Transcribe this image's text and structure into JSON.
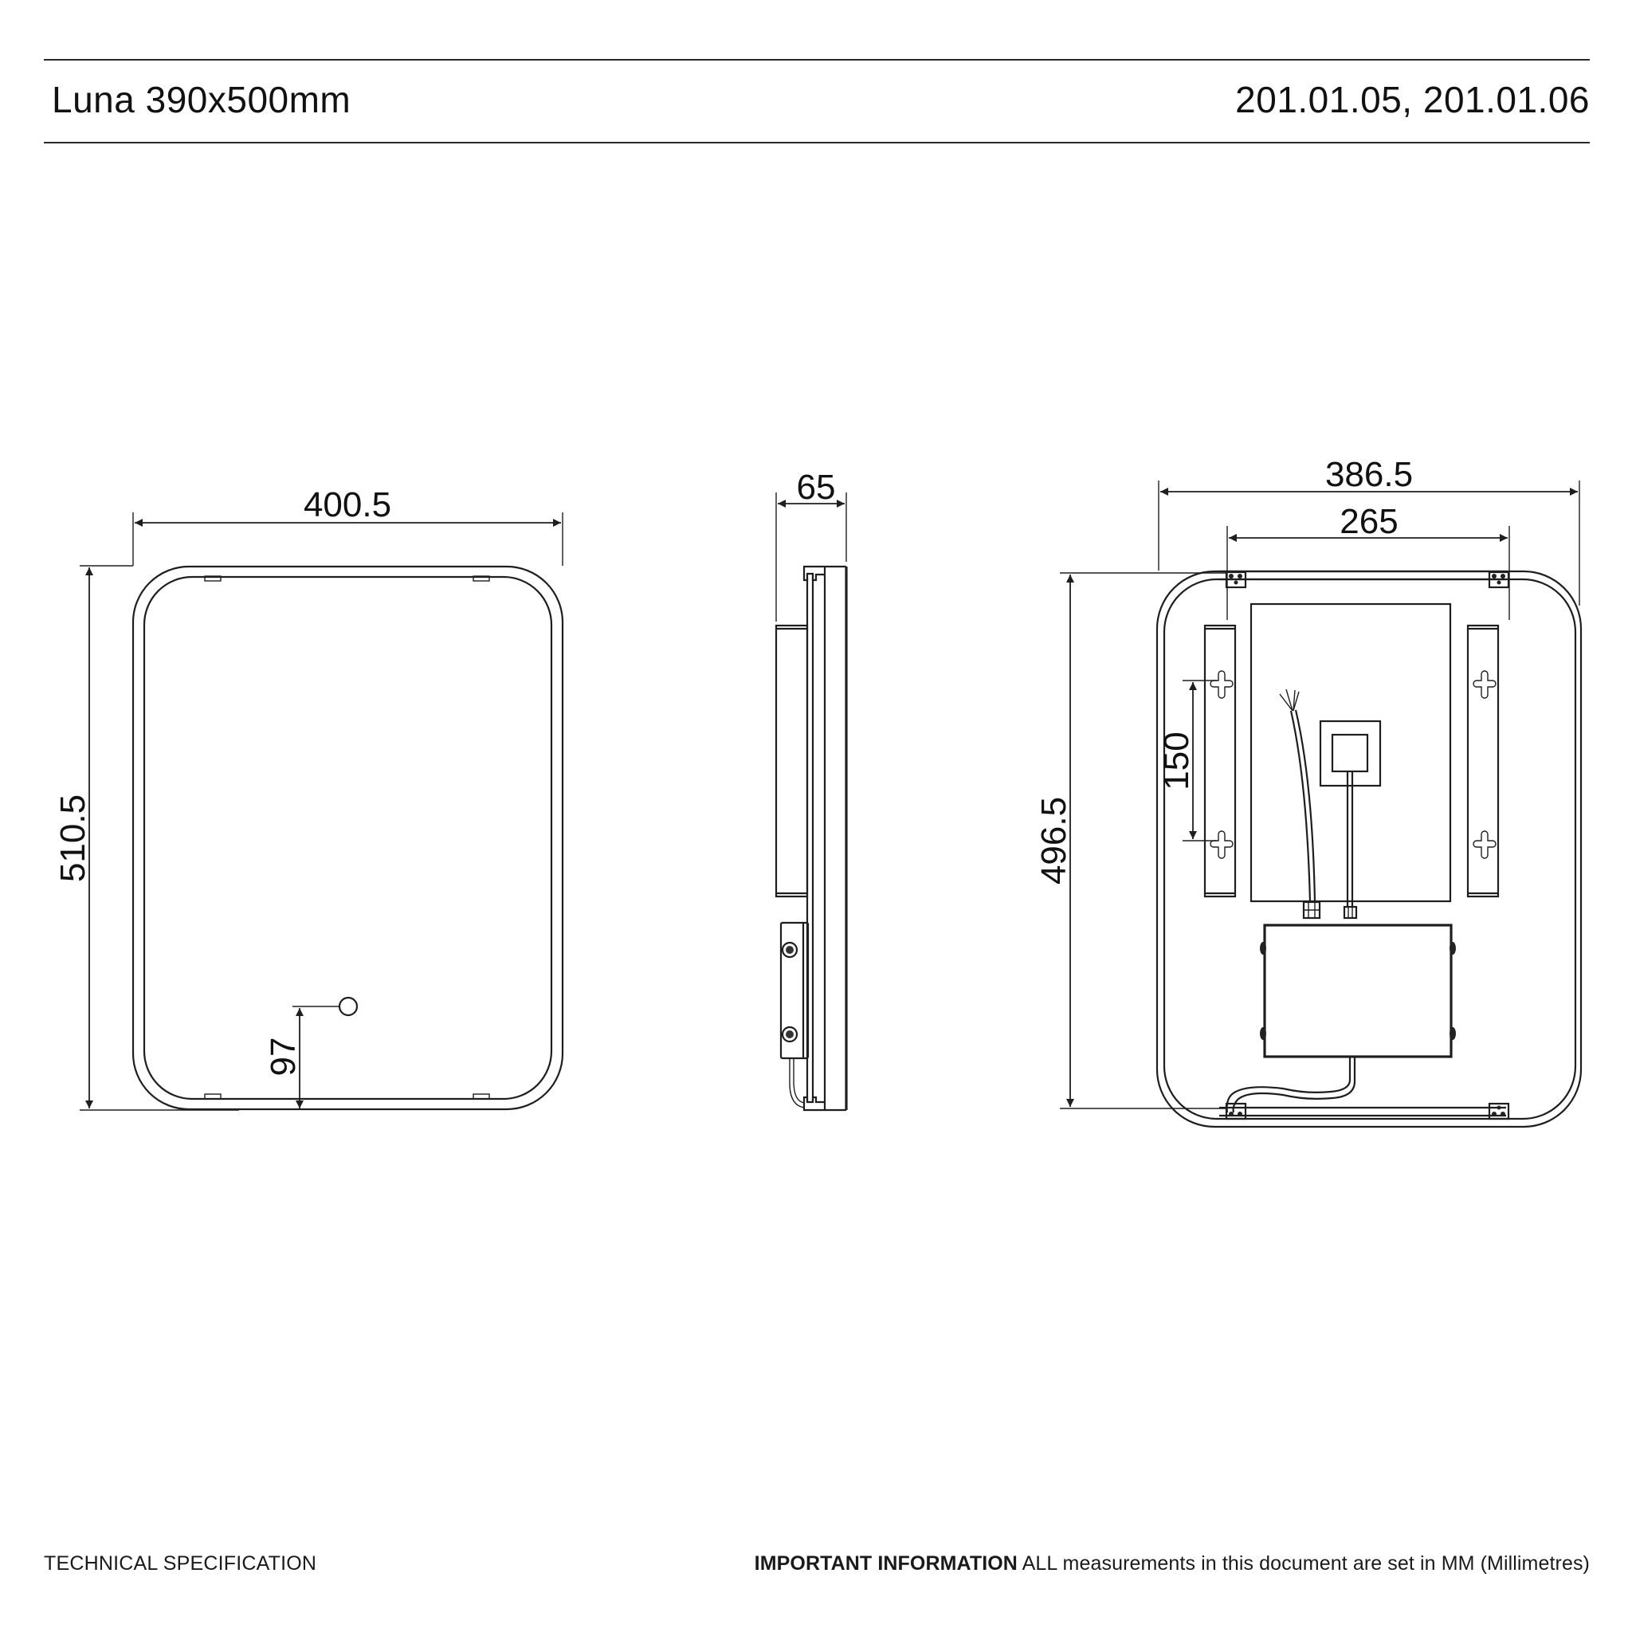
{
  "header": {
    "title": "Luna 390x500mm",
    "product_codes": "201.01.05, 201.01.06"
  },
  "footer": {
    "section_label": "TECHNICAL SPECIFICATION",
    "notice_strong": "IMPORTANT INFORMATION",
    "notice_text": " ALL measurements in this document are set in MM (Millimetres)"
  },
  "views": {
    "front": {
      "width_dim": "400.5",
      "height_dim": "510.5",
      "sensor_offset_dim": "97"
    },
    "side": {
      "depth_dim": "65"
    },
    "back": {
      "width_dim": "386.5",
      "bracket_spacing_dim": "265",
      "height_dim": "496.5",
      "keyhole_spacing_dim": "150"
    }
  },
  "colors": {
    "line": "#1e1e1e",
    "background": "#ffffff"
  }
}
